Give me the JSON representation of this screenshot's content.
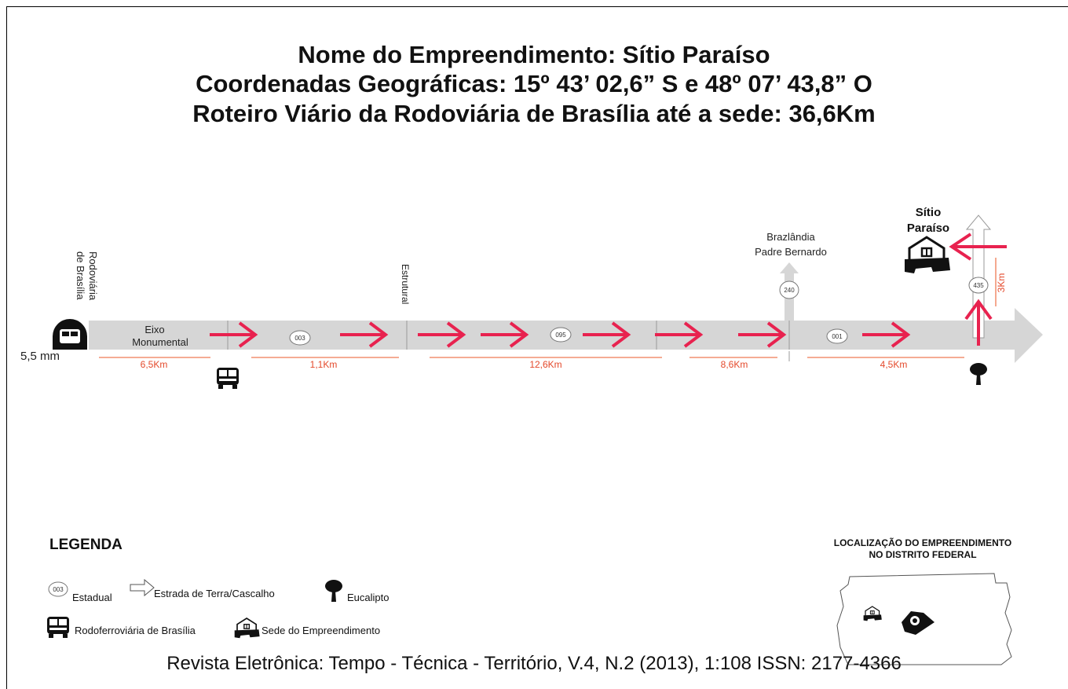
{
  "header": {
    "line1": "Nome do Empreendimento: Sítio Paraíso",
    "line2": "Coordenadas Geográficas: 15º 43’ 02,6” S  e  48º 07’ 43,8” O",
    "line3": "Roteiro Viário da Rodoviária de Brasília até a sede: 36,6Km"
  },
  "route": {
    "start_label_line1": "Rodoviária",
    "start_label_line2": "de Brasília",
    "scale_label": "5,5 mm",
    "eixo_line1": "Eixo",
    "eixo_line2": "Monumental",
    "estrutural": "Estrutural",
    "branch_line1": "Brazlândia",
    "branch_line2": "Padre Bernardo",
    "destination_line1": "Sítio",
    "destination_line2": "Paraíso",
    "roads": [
      "003",
      "095",
      "001",
      "240",
      "435"
    ],
    "distances": [
      "6,5Km",
      "1,1Km",
      "12,6Km",
      "8,6Km",
      "4,5Km",
      "3Km"
    ]
  },
  "colors": {
    "road_gray": "#d6d6d6",
    "arrow_red": "#e8224f",
    "distance_text": "#e4492b",
    "distance_line": "#ef7b55"
  },
  "icons": [
    "bus-station-icon",
    "bus-icon",
    "tree-icon",
    "house-icon",
    "dirt-road-arrow-icon"
  ],
  "legend": {
    "title": "LEGENDA",
    "estadual_code": "003",
    "estadual": "Estadual",
    "estrada": "Estrada de Terra/Cascalho",
    "eucalipto": "Eucalipto",
    "rodoferroviaria": "Rodoferroviária de Brasília",
    "sede": "Sede do Empreendimento"
  },
  "location": {
    "title_line1": "LOCALIZAÇÃO DO EMPREENDIMENTO",
    "title_line2": "NO DISTRITO FEDERAL"
  },
  "footer": "Revista Eletrônica: Tempo - Técnica - Território, V.4, N.2 (2013), 1:108 ISSN: 2177-4366"
}
